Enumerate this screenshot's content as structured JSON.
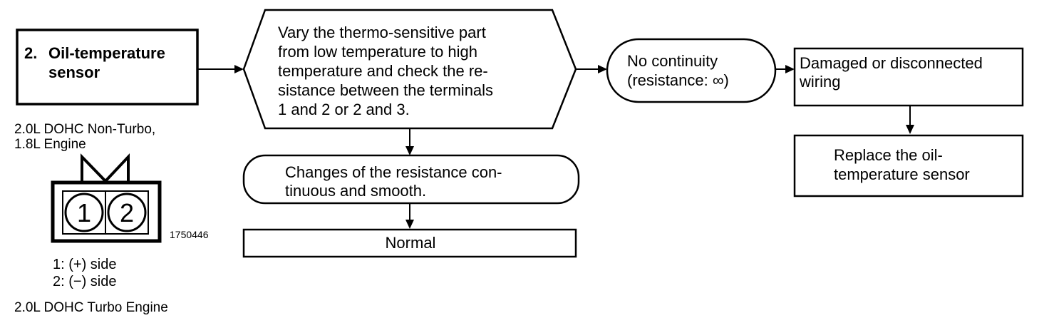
{
  "sensor_box": {
    "number": "2.",
    "title_line1": "Oil-temperature",
    "title_line2": "sensor"
  },
  "engine_label_top": {
    "line1": "2.0L DOHC Non-Turbo,",
    "line2": "1.8L Engine"
  },
  "connector": {
    "terminal_1": "1",
    "terminal_2": "2",
    "part_number": "1750446"
  },
  "terminal_legend": {
    "line1": "1: (+) side",
    "line2": "2: (−) side"
  },
  "engine_label_bottom": "2.0L DOHC Turbo Engine",
  "check_step": {
    "line1": "Vary the thermo-sensitive part",
    "line2": "from low temperature to high",
    "line3": "temperature and check the re-",
    "line4": "sistance between the terminals",
    "line5": "1 and 2 or 2 and 3."
  },
  "result_ok": {
    "line1": "Changes of the resistance con-",
    "line2": "tinuous and smooth."
  },
  "normal_box": "Normal",
  "result_ng": {
    "line1": "No continuity",
    "line2": "(resistance: ∞)"
  },
  "cause_box": {
    "line1": "Damaged or disconnected",
    "line2": "wiring"
  },
  "action_box": {
    "line1": "Replace the oil-",
    "line2": "temperature sensor"
  }
}
